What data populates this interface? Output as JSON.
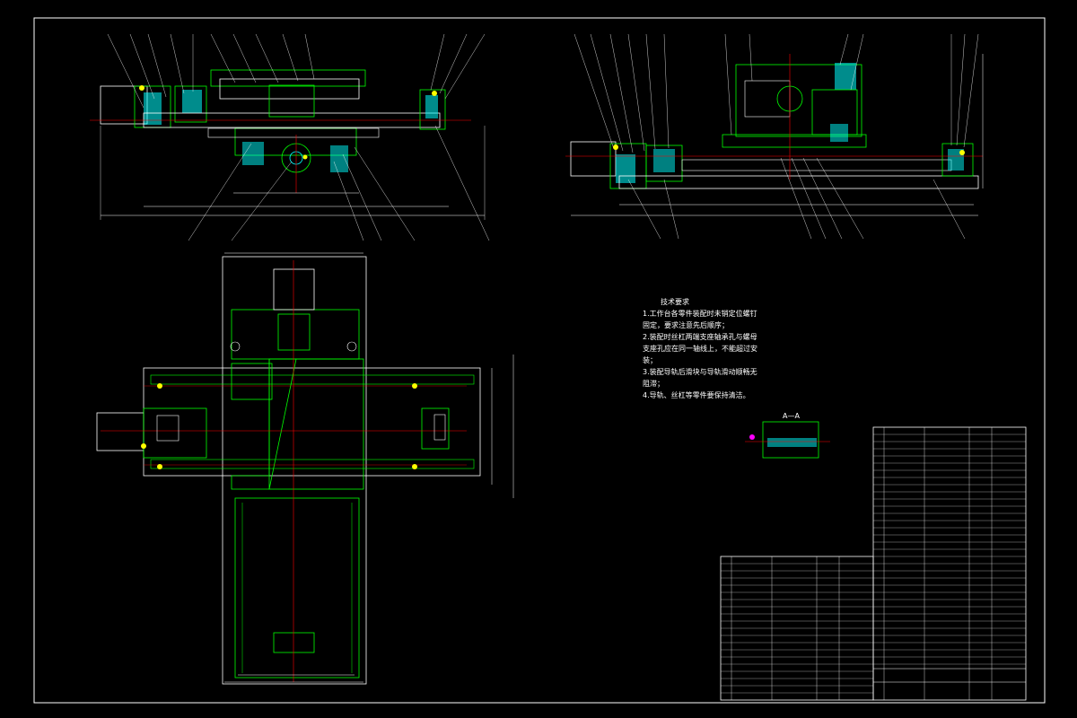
{
  "technical_requirements": {
    "title": "技术要求",
    "items": [
      "1.工作台各零件装配时未销定位螺钉",
      "固定，要求注意先后顺序；",
      "2.装配时丝杠两端支座轴承孔与螺母",
      "支座孔应在同一轴线上，不能超过安",
      "装；",
      "3.装配导轨后滑块与导轨滑动顺畅无",
      "阻滞；",
      "4.导轨、丝杠等零件要保持清洁。"
    ]
  },
  "section_label": "A—A",
  "colors": {
    "background": "#000000",
    "outline": "#ffffff",
    "part": "#00ff00",
    "hatch": "#00ffff",
    "centerline": "#ff0000",
    "fastener": "#ffff00",
    "highlight": "#ff00ff"
  }
}
